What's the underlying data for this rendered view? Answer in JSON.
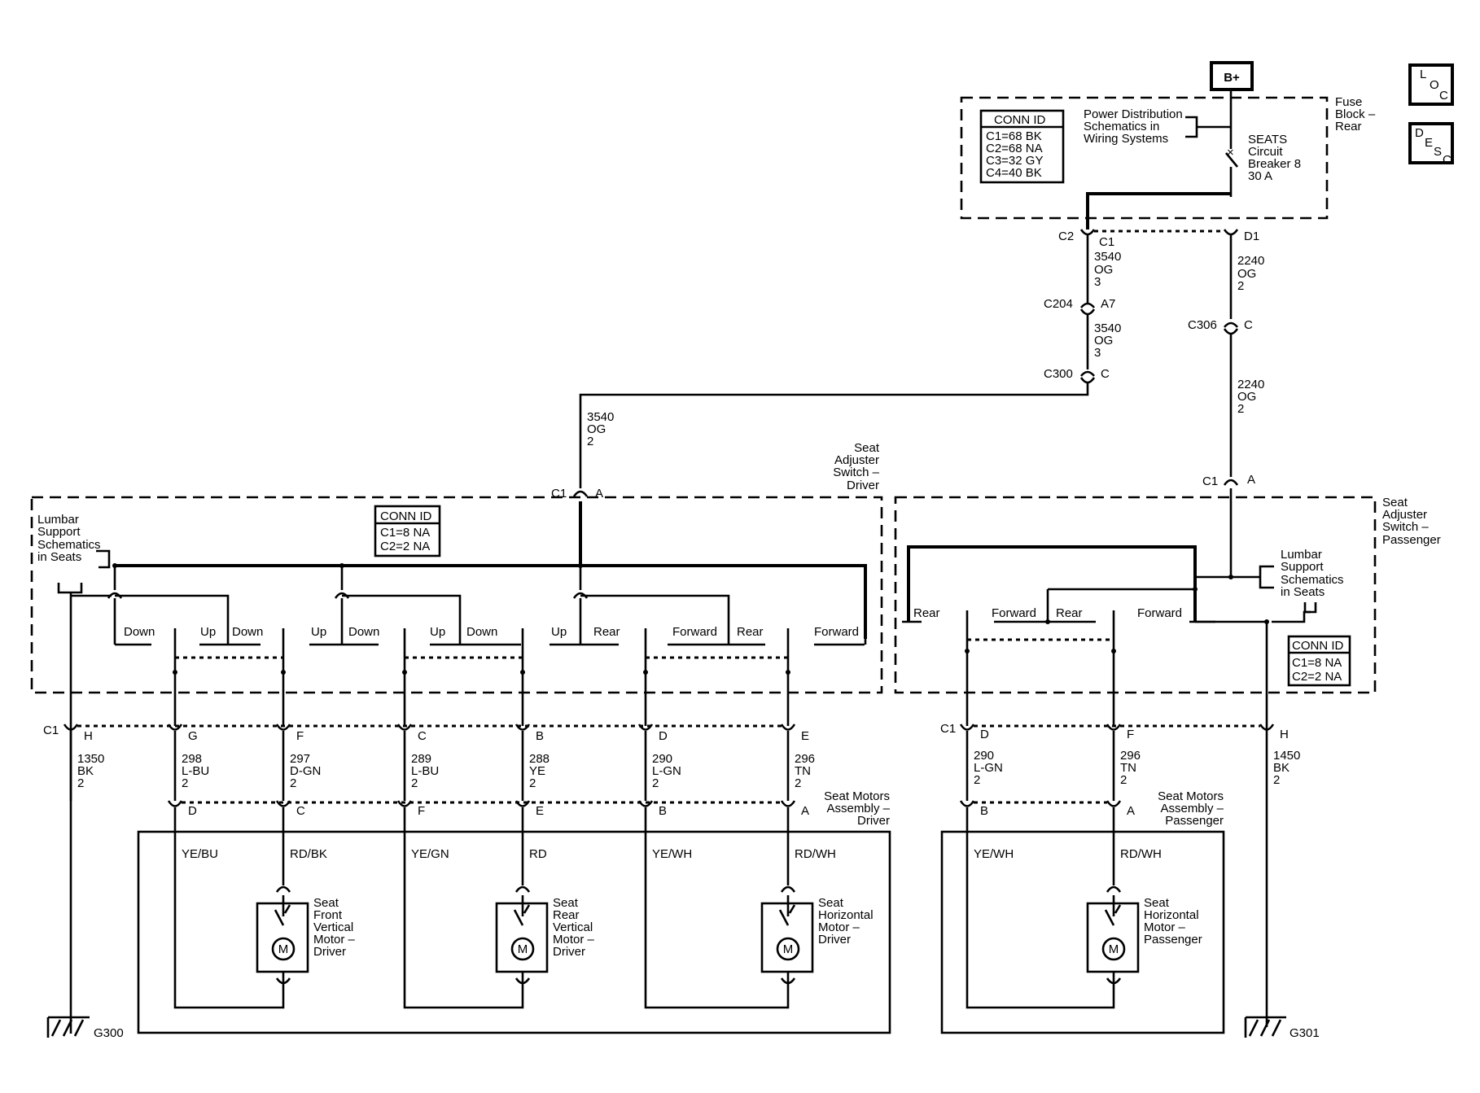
{
  "power": {
    "bplus": "B+"
  },
  "loc_desc": {
    "loc": [
      "L",
      "O",
      "C"
    ],
    "desc": [
      "D",
      "E",
      "S",
      "C"
    ]
  },
  "fuse_block": {
    "label": [
      "Fuse",
      "Block –",
      "Rear"
    ],
    "conn_id": {
      "title": "CONN ID",
      "rows": [
        "C1=68 BK",
        "C2=68 NA",
        "C3=32 GY",
        "C4=40 BK"
      ]
    },
    "power_ref": [
      "Power Distribution",
      "Schematics in",
      "Wiring Systems"
    ],
    "breaker": [
      "SEATS",
      "Circuit",
      "Breaker 8",
      "30 A"
    ],
    "pins": {
      "c2": "C2",
      "c1": "C1",
      "d1": "D1"
    }
  },
  "left_feed": {
    "wire1": [
      "3540",
      "OG",
      "3"
    ],
    "c204": {
      "name": "C204",
      "pin": "A7"
    },
    "wire2": [
      "3540",
      "OG",
      "3"
    ],
    "c300": {
      "name": "C300",
      "pin": "C"
    },
    "wire3": [
      "3540",
      "OG",
      "2"
    ]
  },
  "right_feed": {
    "wire1": [
      "2240",
      "OG",
      "2"
    ],
    "c306": {
      "name": "C306",
      "pin": "C"
    },
    "wire2": [
      "2240",
      "OG",
      "2"
    ]
  },
  "driver_switch": {
    "label": [
      "Seat",
      "Adjuster",
      "Switch –",
      "Driver"
    ],
    "input": {
      "conn": "C1",
      "pin": "A"
    },
    "lumbar": [
      "Lumbar",
      "Support",
      "Schematics",
      "in Seats"
    ],
    "conn_id": {
      "title": "CONN ID",
      "rows": [
        "C1=8 NA",
        "C2=2 NA"
      ]
    },
    "positions": [
      "Down",
      "Up",
      "Down",
      "Up",
      "Down",
      "Up",
      "Down",
      "Up",
      "Rear",
      "Forward",
      "Rear",
      "Forward"
    ],
    "out_conn": "C1",
    "pins": [
      "H",
      "G",
      "F",
      "C",
      "B",
      "D",
      "E"
    ],
    "wires": [
      [
        "1350",
        "BK",
        "2"
      ],
      [
        "298",
        "L-BU",
        "2"
      ],
      [
        "297",
        "D-GN",
        "2"
      ],
      [
        "289",
        "L-BU",
        "2"
      ],
      [
        "288",
        "YE",
        "2"
      ],
      [
        "290",
        "L-GN",
        "2"
      ],
      [
        "296",
        "TN",
        "2"
      ]
    ]
  },
  "passenger_switch": {
    "label": [
      "Seat",
      "Adjuster",
      "Switch –",
      "Passenger"
    ],
    "input": {
      "conn": "C1",
      "pin": "A"
    },
    "lumbar": [
      "Lumbar",
      "Support",
      "Schematics",
      "in Seats"
    ],
    "conn_id": {
      "title": "CONN ID",
      "rows": [
        "C1=8 NA",
        "C2=2 NA"
      ]
    },
    "positions": [
      "Rear",
      "Forward",
      "Rear",
      "Forward"
    ],
    "out_conn": "C1",
    "pins": [
      "D",
      "F",
      "H"
    ],
    "wires": [
      [
        "290",
        "L-GN",
        "2"
      ],
      [
        "296",
        "TN",
        "2"
      ],
      [
        "1450",
        "BK",
        "2"
      ]
    ]
  },
  "driver_motors": {
    "label": [
      "Seat Motors",
      "Assembly –",
      "Driver"
    ],
    "pins": [
      "D",
      "C",
      "F",
      "E",
      "B",
      "A"
    ],
    "colors": [
      "YE/BU",
      "RD/BK",
      "YE/GN",
      "RD",
      "YE/WH",
      "RD/WH"
    ],
    "motor_symbol": "M",
    "motors": [
      [
        "Seat",
        "Front",
        "Vertical",
        "Motor –",
        "Driver"
      ],
      [
        "Seat",
        "Rear",
        "Vertical",
        "Motor –",
        "Driver"
      ],
      [
        "Seat",
        "Horizontal",
        "Motor –",
        "Driver"
      ]
    ]
  },
  "passenger_motors": {
    "label": [
      "Seat Motors",
      "Assembly –",
      "Passenger"
    ],
    "pins": [
      "B",
      "A"
    ],
    "colors": [
      "YE/WH",
      "RD/WH"
    ],
    "motor_symbol": "M",
    "motors": [
      [
        "Seat",
        "Horizontal",
        "Motor –",
        "Passenger"
      ]
    ]
  },
  "grounds": [
    "G300",
    "G301"
  ]
}
